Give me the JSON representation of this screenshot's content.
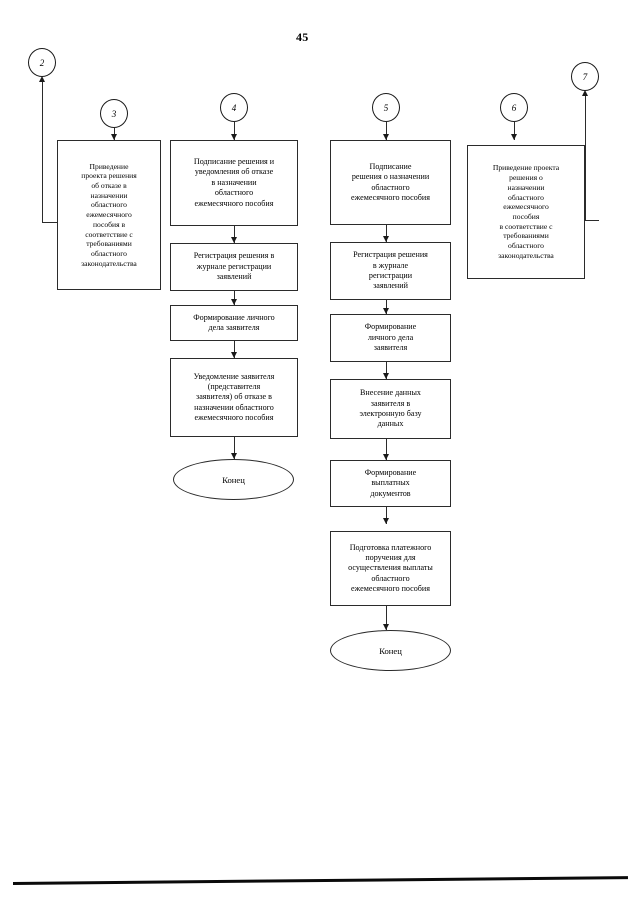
{
  "page": {
    "number": "45"
  },
  "connectors": [
    {
      "id": "c2",
      "label": "2"
    },
    {
      "id": "c3",
      "label": "3"
    },
    {
      "id": "c4",
      "label": "4"
    },
    {
      "id": "c5",
      "label": "5"
    },
    {
      "id": "c6",
      "label": "6"
    },
    {
      "id": "c7",
      "label": "7"
    }
  ],
  "chart_data": {
    "type": "diagram",
    "title": "Блок-схема предоставления областного ежемесячного пособия (лист 45)",
    "diagram_kind": "flowchart",
    "columns": 3,
    "nodes": [
      {
        "id": "n1",
        "column": "left",
        "shape": "process",
        "text": "Приведение\nпроекта решения\nоб отказе в\nназначении\nобластного\nежемесячного\nпособия  в\nсоответствие с\nтребованиями\nобластного\nзаконодательства"
      },
      {
        "id": "n2",
        "column": "middle",
        "shape": "process",
        "text": "Подписание решения и\nуведомления об отказе\nв назначении\nобластного\nежемесячного пособия"
      },
      {
        "id": "n3",
        "column": "middle",
        "shape": "process",
        "text": "Регистрация решения в\nжурнале регистрации\nзаявлений"
      },
      {
        "id": "n4",
        "column": "middle",
        "shape": "process",
        "text": "Формирование личного\nдела заявителя"
      },
      {
        "id": "n5",
        "column": "middle",
        "shape": "process",
        "text": "Уведомление заявителя\n(представителя\nзаявителя) об отказе в\nназначении областного\nежемесячного пособия"
      },
      {
        "id": "n6",
        "column": "middle",
        "shape": "terminator",
        "text": "Конец"
      },
      {
        "id": "n7",
        "column": "right",
        "shape": "process",
        "text": "Подписание\nрешения о назначении\nобластного\nежемесячного пособия"
      },
      {
        "id": "n8",
        "column": "right",
        "shape": "process",
        "text": "Регистрация решения\nв журнале\nрегистрации\nзаявлений"
      },
      {
        "id": "n9",
        "column": "right",
        "shape": "process",
        "text": "Формирование\nличного дела\nзаявителя"
      },
      {
        "id": "n10",
        "column": "right",
        "shape": "process",
        "text": "Внесение данных\nзаявителя в\nэлектронную базу\nданных"
      },
      {
        "id": "n11",
        "column": "right",
        "shape": "process",
        "text": "Формирование\nвыплатных\nдокументов"
      },
      {
        "id": "n12",
        "column": "right",
        "shape": "process",
        "text": "Подготовка платежного\nпоручения для\nосуществления выплаты\nобластного\nежемесячного пособия"
      },
      {
        "id": "n13",
        "column": "right",
        "shape": "terminator",
        "text": "Конец"
      },
      {
        "id": "n14",
        "column": "far-right",
        "shape": "process",
        "text": "Приведение проекта\nрешения о\nназначении\nобластного\nежемесячного\nпособия\nв соответствие с\nтребованиями\nобластного\nзаконодательства"
      }
    ],
    "edges": [
      {
        "from": "c3",
        "to": "n1",
        "type": "arrow-down"
      },
      {
        "from": "n1",
        "to": "c2",
        "type": "left-then-up-arrow"
      },
      {
        "from": "c4",
        "to": "n2",
        "type": "arrow-down"
      },
      {
        "from": "n2",
        "to": "n3",
        "type": "arrow-down"
      },
      {
        "from": "n3",
        "to": "n4",
        "type": "arrow-down"
      },
      {
        "from": "n4",
        "to": "n5",
        "type": "arrow-down"
      },
      {
        "from": "n5",
        "to": "n6",
        "type": "arrow-down"
      },
      {
        "from": "c5",
        "to": "n7",
        "type": "arrow-down"
      },
      {
        "from": "n7",
        "to": "n8",
        "type": "arrow-down"
      },
      {
        "from": "n8",
        "to": "n9",
        "type": "arrow-down"
      },
      {
        "from": "n9",
        "to": "n10",
        "type": "arrow-down"
      },
      {
        "from": "n10",
        "to": "n11",
        "type": "arrow-down"
      },
      {
        "from": "n11",
        "to": "n12",
        "type": "arrow-down"
      },
      {
        "from": "n12",
        "to": "n13",
        "type": "arrow-down"
      },
      {
        "from": "c6",
        "to": "n14",
        "type": "arrow-down"
      },
      {
        "from": "n14",
        "to": "c7",
        "type": "right-then-up-arrow"
      }
    ]
  }
}
